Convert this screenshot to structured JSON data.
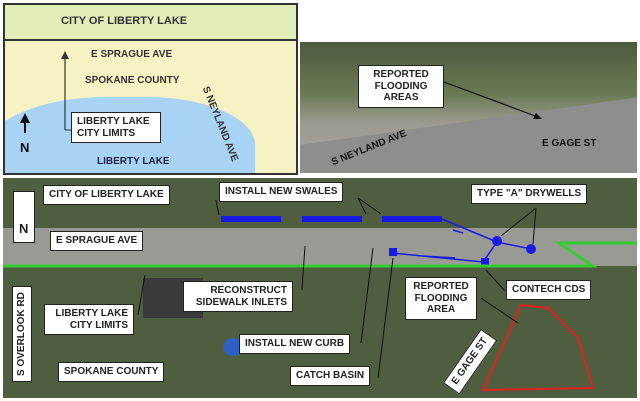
{
  "inset_map": {
    "city": "CITY OF LIBERTY LAKE",
    "street": "E SPRAGUE AVE",
    "county": "SPOKANE COUNTY",
    "avenue": "S NEYLAND AVE",
    "limits": "LIBERTY LAKE CITY LIMITS",
    "lake": "LIBERTY LAKE",
    "north": "N"
  },
  "photo": {
    "flooding": "REPORTED FLOODING AREAS",
    "avenue": "S NEYLAND AVE",
    "street": "E GAGE ST"
  },
  "aerial": {
    "north": "N",
    "city": "CITY OF LIBERTY LAKE",
    "swales": "INSTALL NEW SWALES",
    "drywells": "TYPE \"A\" DRYWELLS",
    "street": "E SPRAGUE AVE",
    "overlook": "S OVERLOOK RD",
    "inlets": "RECONSTRUCT SIDEWALK INLETS",
    "limits": "LIBERTY LAKE CITY LIMITS",
    "curb": "INSTALL NEW CURB",
    "county": "SPOKANE COUNTY",
    "basin": "CATCH BASIN",
    "flooding": "REPORTED FLOODING AREA",
    "contech": "CONTECH CDS",
    "gage": "E GAGE ST"
  },
  "colors": {
    "swale": "#1a1ae6",
    "limits": "#33cc33",
    "flood": "#e02020",
    "lake": "#a9d3f5",
    "land": "#f7f2c4",
    "city_area": "#e3edb8"
  }
}
